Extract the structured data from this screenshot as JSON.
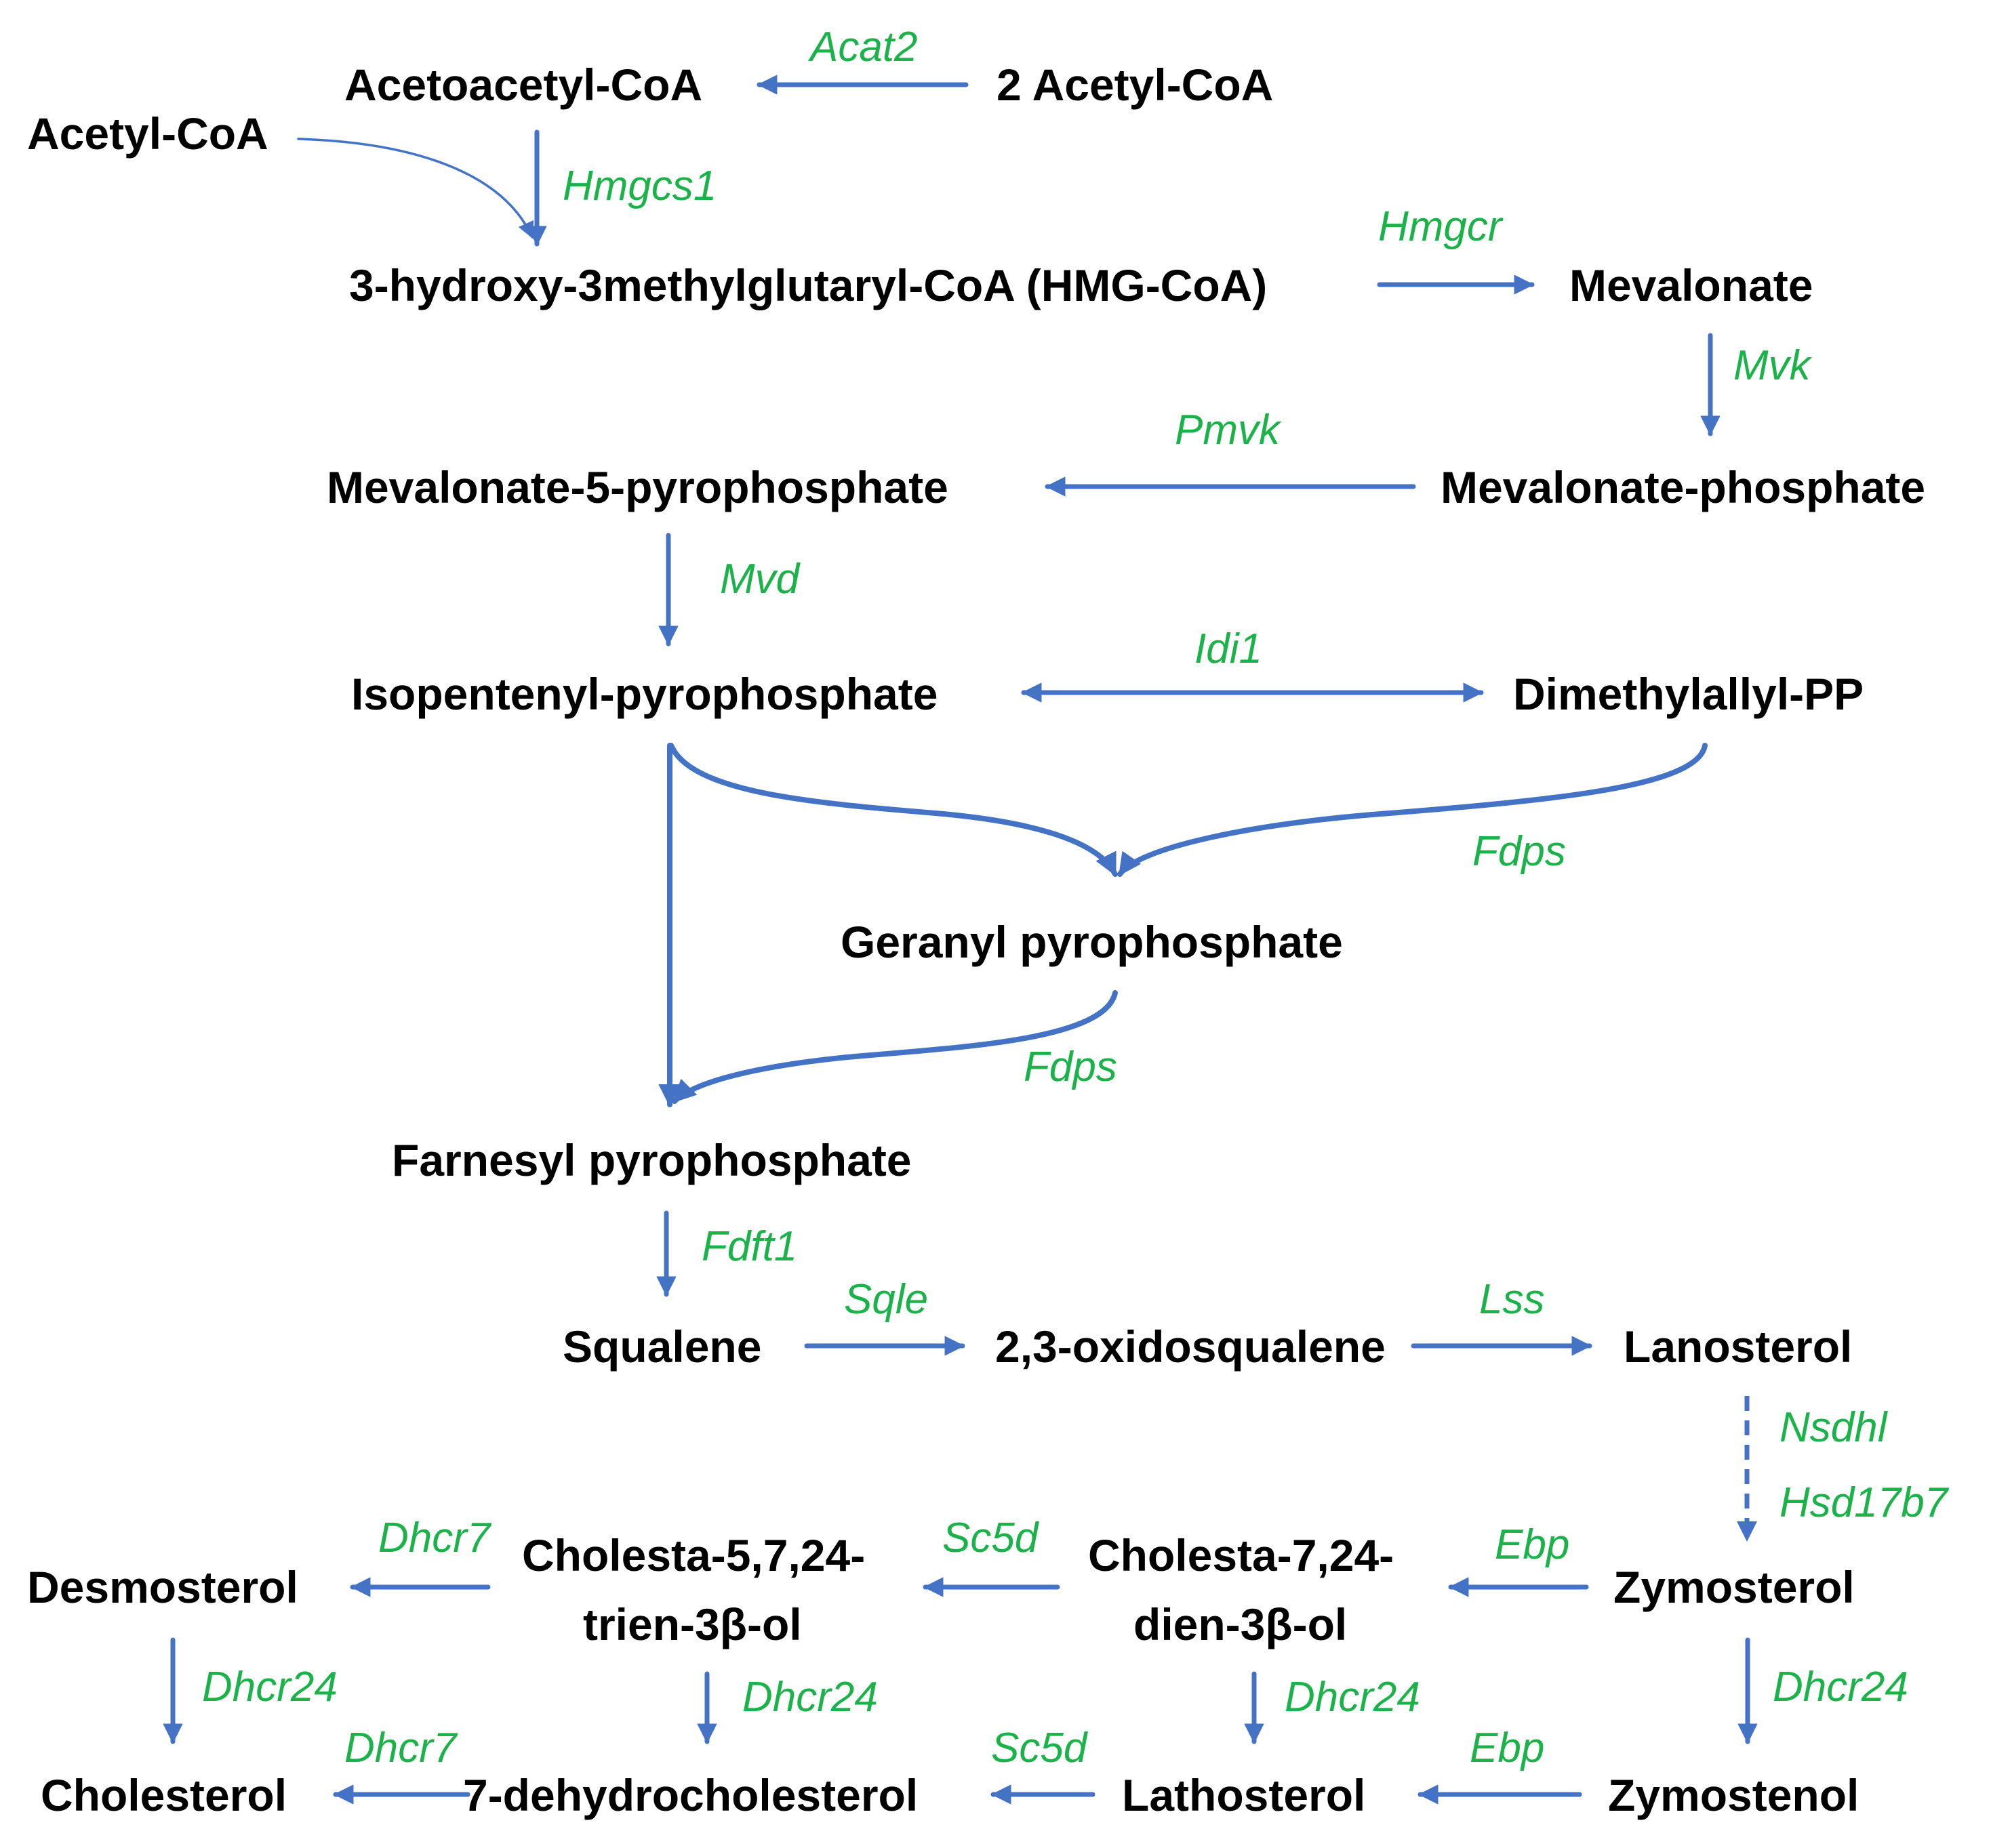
{
  "metabolites": {
    "acetoacetyl_coa": "Acetoacetyl-CoA",
    "two_acetyl_coa": "2 Acetyl-CoA",
    "acetyl_coa": "Acetyl-CoA",
    "hmg_coa": "3-hydroxy-3methylglutaryl-CoA (HMG-CoA)",
    "mevalonate": "Mevalonate",
    "mevalonate_5_pp": "Mevalonate-5-pyrophosphate",
    "mevalonate_phosphate": "Mevalonate-phosphate",
    "isopentenyl_pp": "Isopentenyl-pyrophosphate",
    "dimethylallyl_pp": "Dimethylallyl-PP",
    "geranyl_pp": "Geranyl pyrophosphate",
    "farnesyl_pp": "Farnesyl pyrophosphate",
    "squalene": "Squalene",
    "oxidosqualene": "2,3-oxidosqualene",
    "lanosterol": "Lanosterol",
    "desmosterol": "Desmosterol",
    "cholesta_5_7_24_line1": "Cholesta-5,7,24-",
    "cholesta_5_7_24_line2": "trien-3β-ol",
    "cholesta_7_24_line1": "Cholesta-7,24-",
    "cholesta_7_24_line2": "dien-3β-ol",
    "zymosterol": "Zymosterol",
    "cholesterol": "Cholesterol",
    "dehydrocholesterol": "7-dehydrocholesterol",
    "lathosterol": "Lathosterol",
    "zymostenol": "Zymostenol"
  },
  "enzymes": {
    "acat2": "Acat2",
    "hmgcs1": "Hmgcs1",
    "hmgcr": "Hmgcr",
    "mvk": "Mvk",
    "pmvk": "Pmvk",
    "mvd": "Mvd",
    "idi1": "Idi1",
    "fdps_top": "Fdps",
    "fdps_bottom": "Fdps",
    "fdft1": "Fdft1",
    "sqle": "Sqle",
    "lss": "Lss",
    "nsdhl": "Nsdhl",
    "hsd17b7": "Hsd17b7",
    "dhcr7_top": "Dhcr7",
    "sc5d_top": "Sc5d",
    "ebp_top": "Ebp",
    "dhcr24_a": "Dhcr24",
    "dhcr24_b": "Dhcr24",
    "dhcr24_c": "Dhcr24",
    "dhcr24_d": "Dhcr24",
    "dhcr7_bottom": "Dhcr7",
    "sc5d_bottom": "Sc5d",
    "ebp_bottom": "Ebp"
  },
  "colors": {
    "arrow": "#4472c4",
    "enzyme_text": "#1bb24a",
    "metabolite_text": "#000000"
  }
}
